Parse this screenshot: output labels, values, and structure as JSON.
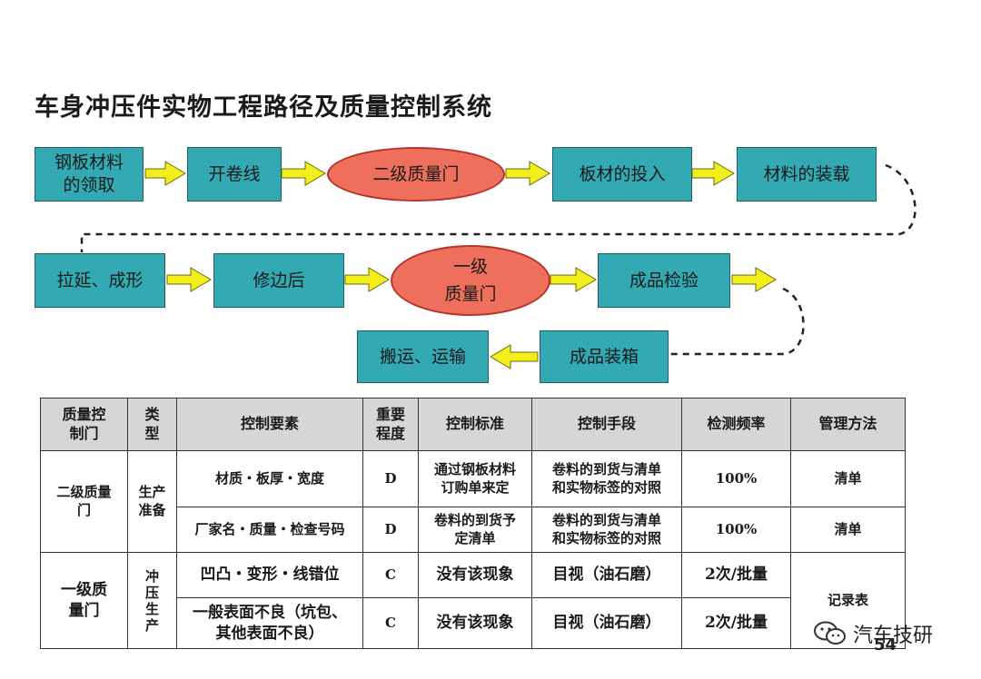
{
  "title": "车身冲压件实物工程路径及质量控制系统",
  "flow": {
    "n1": "钢板材料\n的领取",
    "n2": "开卷线",
    "n3": "二级质量门",
    "n4": "板材的投入",
    "n5": "材料的装载",
    "n6": "拉延、成形",
    "n7": "修边后",
    "n8": "一级\n质量门",
    "n9": "成品检验",
    "n10": "成品装箱",
    "n11": "搬运、运输"
  },
  "table": {
    "headers": [
      "质量控\n制门",
      "类\n型",
      "控制要素",
      "重要\n程度",
      "控制标准",
      "控制手段",
      "检测频率",
      "管理方法"
    ],
    "group1": {
      "gate": "二级质量\n门",
      "type": "生产\n准备",
      "rows": [
        {
          "factor": "材质・板厚・宽度",
          "level": "D",
          "standard": "通过钢板材料\n订购单来定",
          "means": "卷料的到货与清单\n和实物标签的对照",
          "freq": "100%",
          "method": "清单"
        },
        {
          "factor": "厂家名・质量・检查号码",
          "level": "D",
          "standard": "卷料的到货予\n定清单",
          "means": "卷料的到货与清单\n和实物标签的对照",
          "freq": "100%",
          "method": "清单"
        }
      ]
    },
    "group2": {
      "gate": "一级质\n量门",
      "type": "冲\n压\n生\n产",
      "method": "记录表",
      "rows": [
        {
          "factor": "凹凸・变形・线错位",
          "level": "C",
          "standard": "没有该现象",
          "means": "目视（油石磨）",
          "freq": "2次/批量"
        },
        {
          "factor": "一般表面不良（坑包、\n其他表面不良）",
          "level": "C",
          "standard": "没有该现象",
          "means": "目视（油石磨）",
          "freq": "2次/批量"
        }
      ]
    }
  },
  "watermark": "汽车技研",
  "page_number": "54",
  "colors": {
    "node": "#33a9b3",
    "gate": "#ee705c",
    "arrow": "#f2ee1c",
    "header": "#d6d6d6"
  }
}
